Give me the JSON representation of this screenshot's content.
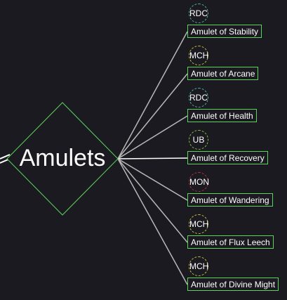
{
  "diagram": {
    "hub": {
      "label": "Amulets",
      "border_color": "#5ad45a",
      "fill": "#1b1a21"
    },
    "edge_color": "#b8b8b8",
    "accent_edge_color": "#ffffff",
    "items": [
      {
        "label": "Amulet of Stability",
        "badge": "RDC",
        "badge_color": "#4fb3a8"
      },
      {
        "label": "Amulet of Arcane",
        "badge": "MCH",
        "badge_color": "#c8c23a"
      },
      {
        "label": "Amulet of Health",
        "badge": "RDC",
        "badge_color": "#4fb3a8"
      },
      {
        "label": "Amulet of Recovery",
        "badge": "UB",
        "badge_color": "#86c43a"
      },
      {
        "label": "Amulet of Wandering",
        "badge": "MON",
        "badge_color": "#b8333a"
      },
      {
        "label": "Amulet of Flux Leech",
        "badge": "MCH",
        "badge_color": "#c8c23a"
      },
      {
        "label": "Amulet of Divine Might",
        "badge": "MCH",
        "badge_color": "#c8c23a"
      }
    ]
  }
}
